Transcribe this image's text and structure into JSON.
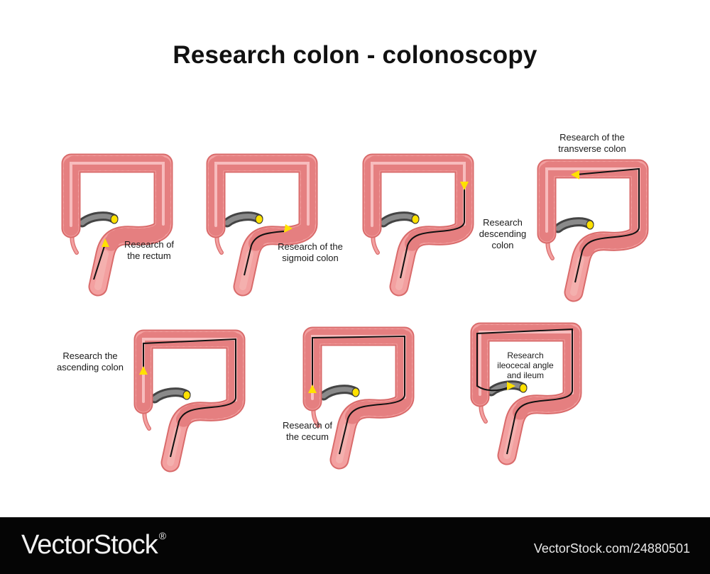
{
  "title": "Research colon - colonoscopy",
  "colors": {
    "colon_fill": "#f3a0a0",
    "colon_edge": "#d96b6b",
    "haustra": "#e57f80",
    "ileum": "#555555",
    "scope": "#111111",
    "highlight": "#ffe100",
    "footer_bg": "#050505"
  },
  "stages": [
    {
      "id": "rectum",
      "lines": [
        "Research of",
        "the rectum"
      ]
    },
    {
      "id": "sigmoid",
      "lines": [
        "Research of the",
        "sigmoid colon"
      ]
    },
    {
      "id": "descending",
      "lines": [
        "Research",
        "descending",
        "colon"
      ]
    },
    {
      "id": "transverse",
      "lines": [
        "Research of the",
        "transverse colon"
      ]
    },
    {
      "id": "ascending",
      "lines": [
        "Research the",
        "ascending colon"
      ]
    },
    {
      "id": "cecum",
      "lines": [
        "Research of",
        "the cecum"
      ]
    },
    {
      "id": "ileum",
      "lines": [
        "Research",
        "ileocecal angle",
        "and ileum"
      ]
    }
  ],
  "footer": {
    "brand": "VectorStock",
    "mark": "®",
    "image_id": "VectorStock.com/24880501"
  }
}
